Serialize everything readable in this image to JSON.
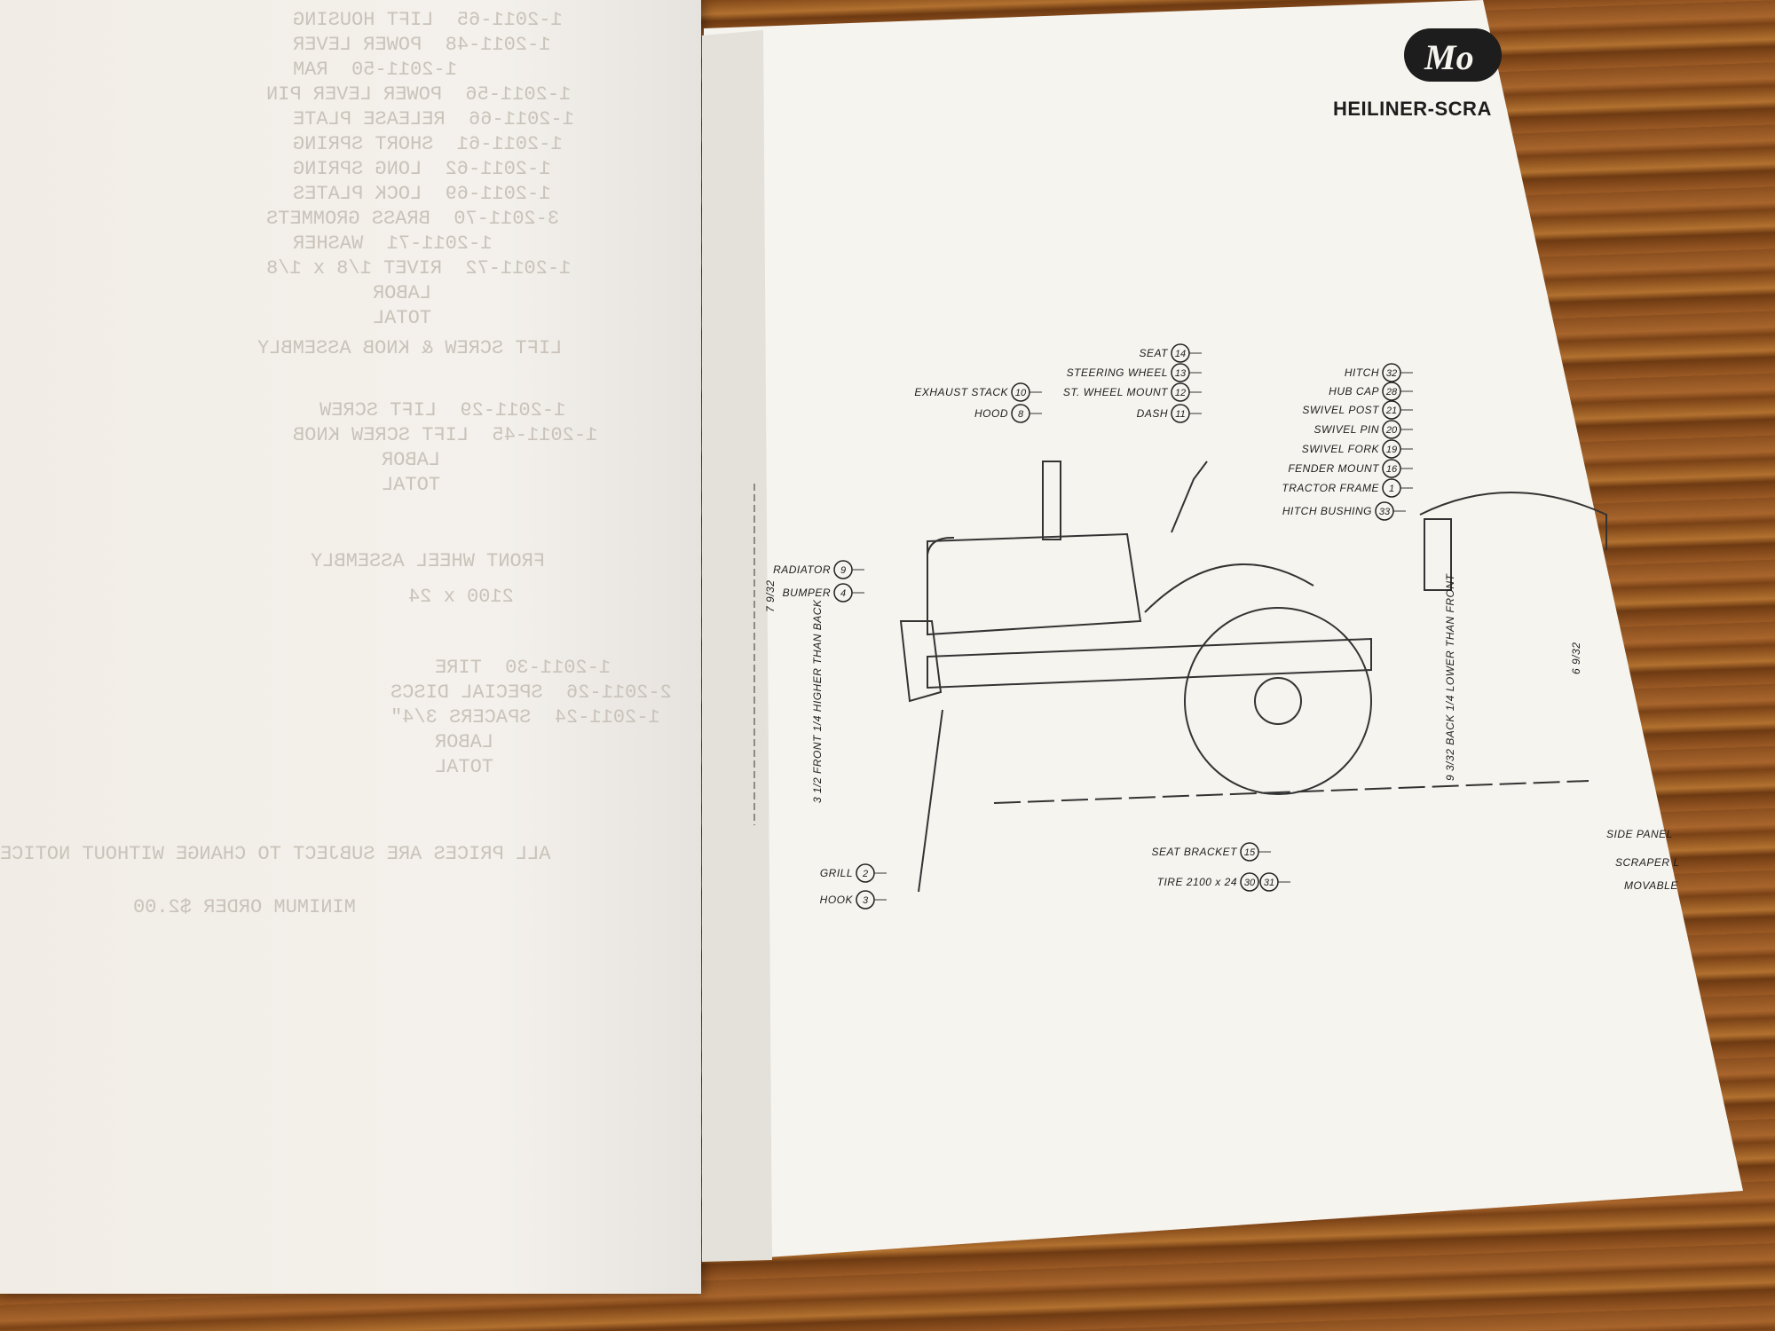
{
  "header": {
    "logo_text": "Mo",
    "title": "HEILINER-SCRA"
  },
  "left_page_showthrough": [
    "1-2011-65  LIFT HOUSING",
    "1-2011-48  POWER LEVER",
    "1-2011-50  RAM",
    "1-2011-56  POWER LEVER PIN",
    "1-2011-66  RELEASE PLATE",
    "1-2011-61  SHORT SPRING",
    "1-2011-62  LONG SPRING",
    "1-2011-69  LOCK PLATES",
    "3-2011-70  BRASS GROMMETS",
    "1-2011-71  WASHER",
    "1-2011-72  RIVET 1/8 x 1/8",
    "LABOR",
    "TOTAL",
    "LIFT SCREW & KNOB ASSEMBLY",
    "1-2011-29  LIFT SCREW",
    "1-2011-45  LIFT SCREW KNOB",
    "LABOR",
    "TOTAL",
    "FRONT WHEEL ASSEMBLY",
    "2100 x 24",
    "1-2011-30  TIRE",
    "2-2011-26  SPECIAL DISCS",
    "1-2011-24  SPACERS 3/4\"",
    "LABOR",
    "TOTAL",
    "ALL PRICES ARE SUBJECT TO CHANGE WITHOUT NOTICE",
    "MINIMUM ORDER $2.00"
  ],
  "callouts": [
    {
      "label": "EXHAUST STACK",
      "num": "10"
    },
    {
      "label": "HOOD",
      "num": "8"
    },
    {
      "label": "SEAT",
      "num": "14"
    },
    {
      "label": "STEERING WHEEL",
      "num": "13"
    },
    {
      "label": "ST. WHEEL MOUNT",
      "num": "12"
    },
    {
      "label": "DASH",
      "num": "11"
    },
    {
      "label": "HITCH",
      "num": "32"
    },
    {
      "label": "HUB CAP",
      "num": "28"
    },
    {
      "label": "SWIVEL POST",
      "num": "21"
    },
    {
      "label": "SWIVEL PIN",
      "num": "20"
    },
    {
      "label": "SWIVEL FORK",
      "num": "19"
    },
    {
      "label": "FENDER MOUNT",
      "num": "16"
    },
    {
      "label": "TRACTOR FRAME",
      "num": "1"
    },
    {
      "label": "HITCH BUSHING",
      "num": "33"
    },
    {
      "label": "RADIATOR",
      "num": "9"
    },
    {
      "label": "BUMPER",
      "num": "4"
    },
    {
      "label": "GRILL",
      "num": "2"
    },
    {
      "label": "HOOK",
      "num": "3"
    },
    {
      "label": "SEAT BRACKET",
      "num": "15"
    },
    {
      "label": "TIRE 2100 x 24",
      "num": "30",
      "num2": "31"
    }
  ],
  "dimensions": [
    "7 9/32",
    "3 1/2  FRONT 1/4 HIGHER THAN BACK",
    "9 3/32  BACK 1/4 LOWER THAN FRONT",
    "6 9/32"
  ],
  "right_edge_labels": [
    "SIDE PANEL",
    "SCRAPER L",
    "MOVABLE"
  ]
}
